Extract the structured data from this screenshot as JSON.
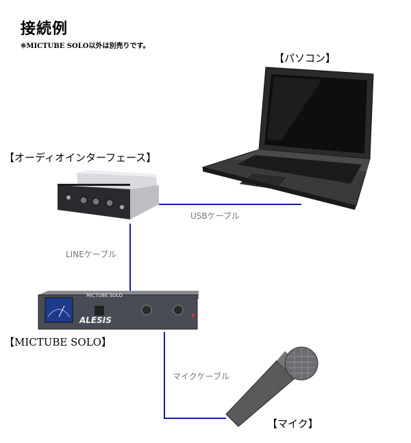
{
  "title": "接続例",
  "note": "※MICTUBE SOLO以外は別売りです。",
  "labels": {
    "pc": "【パソコン】",
    "interface": "【オーディオインターフェース】",
    "mictube": "【MICTUBE SOLO】",
    "mic": "【マイク】"
  },
  "cables": {
    "usb": "USBケーブル",
    "line": "LINEケーブル",
    "mic": "マイクケーブル"
  },
  "device_text": {
    "mictube_brand": "ALESIS",
    "mictube_model": "MICTUBE SOLO"
  },
  "colors": {
    "cable": "#1a1aa0",
    "laptop_body": "#2a2a2a",
    "interface_body": "#cfcfd4",
    "mictube_body": "#4a4c55",
    "mic_body": "#555555"
  }
}
